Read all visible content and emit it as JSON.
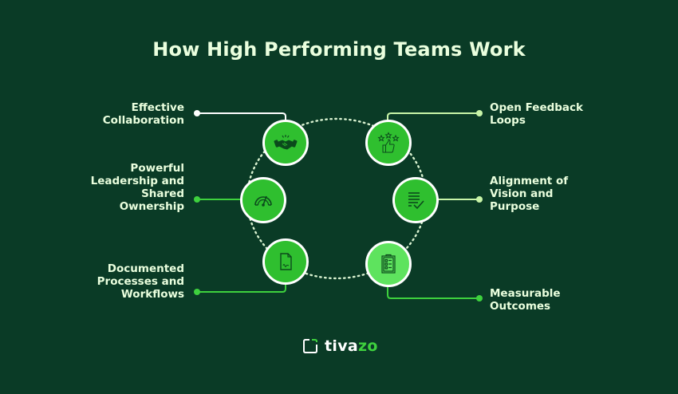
{
  "title": "How High Performing Teams Work",
  "colors": {
    "background": "#0a3b26",
    "node_green": "#2fbf2f",
    "node_light_green": "#5ee35e",
    "connector_white": "#ffffff",
    "connector_light": "#c8f5a8",
    "connector_green": "#3ed13e",
    "text": "#eaffde",
    "icon_stroke": "#0b4a1c"
  },
  "items": [
    {
      "id": "effective-collaboration",
      "label": "Effective Collaboration",
      "lines": [
        "Effective",
        "Collaboration"
      ],
      "icon": "handshake-icon",
      "side": "left"
    },
    {
      "id": "powerful-leadership",
      "label": "Powerful Leadership and Shared Ownership",
      "lines": [
        "Powerful",
        "Leadership and",
        "Shared",
        "Ownership"
      ],
      "icon": "gauge-icon",
      "side": "left"
    },
    {
      "id": "documented-processes",
      "label": "Documented Processes and Workflows",
      "lines": [
        "Documented",
        "Processes and",
        "Workflows"
      ],
      "icon": "signed-document-icon",
      "side": "left"
    },
    {
      "id": "open-feedback-loops",
      "label": "Open Feedback Loops",
      "lines": [
        "Open Feedback",
        "Loops"
      ],
      "icon": "thumbs-up-stars-icon",
      "side": "right"
    },
    {
      "id": "alignment-vision",
      "label": "Alignment of Vision and Purpose",
      "lines": [
        "Alignment of",
        "Vision and",
        "Purpose"
      ],
      "icon": "checklist-icon",
      "side": "right"
    },
    {
      "id": "measurable-outcomes",
      "label": "Measurable Outcomes",
      "lines": [
        "Measurable",
        "Outcomes"
      ],
      "icon": "clipboard-icon",
      "side": "right"
    }
  ],
  "logo": {
    "text_main": "tiva",
    "text_accent": "zo",
    "icon": "tivazo-logo-icon"
  }
}
